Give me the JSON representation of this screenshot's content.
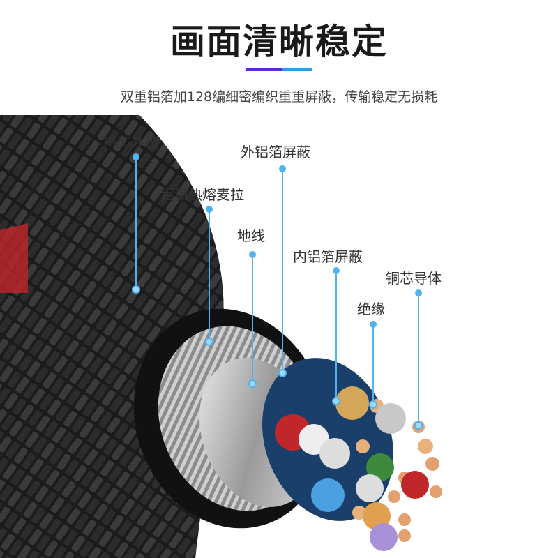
{
  "header": {
    "title": "画面清晰稳定",
    "subtitle": "双重铝箔加128编细密编织重重屏蔽，传输稳定无损耗"
  },
  "labels": {
    "pvc": "PVC外被",
    "outer_foil": "外铝箔屏蔽",
    "braid": "铝编热熔麦拉",
    "ground": "地线",
    "inner_foil": "内铝箔屏蔽",
    "copper": "铜芯导体",
    "insulation": "绝缘"
  },
  "colors": {
    "accent_purple": "#5b2bd6",
    "accent_blue": "#2aa0e8",
    "leader": "#4fb3f0"
  }
}
